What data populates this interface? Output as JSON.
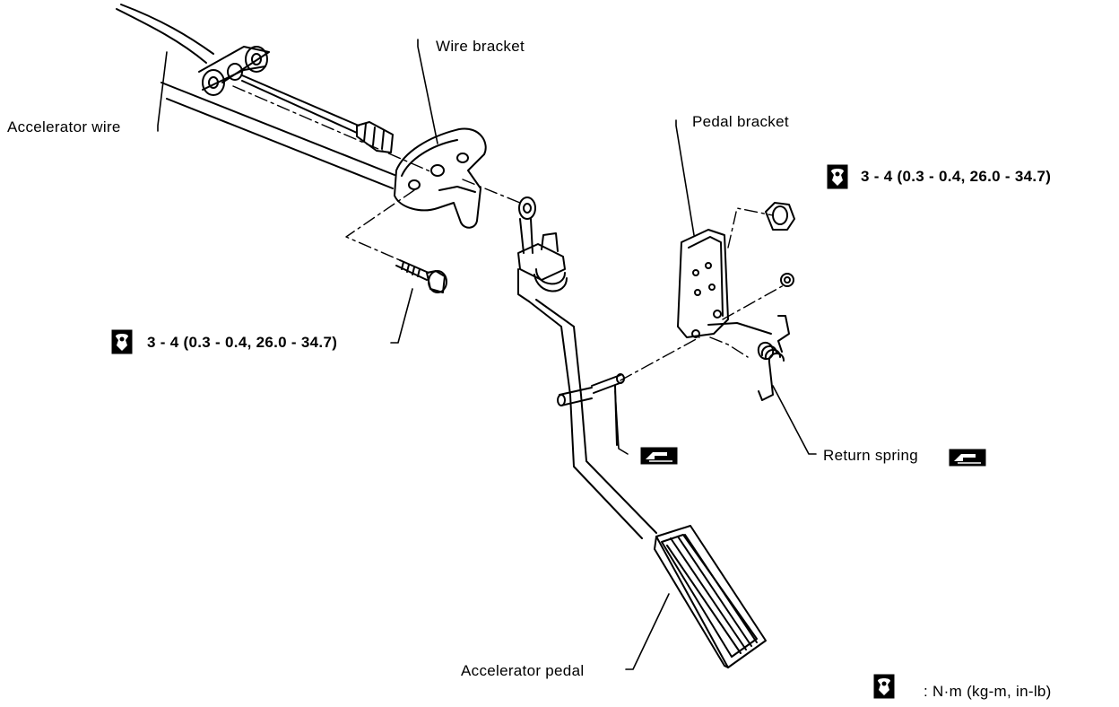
{
  "labels": {
    "wire_bracket": "Wire bracket",
    "accelerator_wire": "Accelerator wire",
    "pedal_bracket": "Pedal bracket",
    "return_spring": "Return spring",
    "accelerator_pedal": "Accelerator pedal"
  },
  "torque_specs": {
    "bolt": "3 - 4 (0.3 - 0.4, 26.0 - 34.7)",
    "nut": "3 - 4 (0.3 - 0.4, 26.0 - 34.7)"
  },
  "legend": {
    "torque_units": ": N·m (kg-m, in-lb)"
  },
  "icons": {
    "torque": "torque-wrench-icon",
    "grease": "grease-icon"
  },
  "colors": {
    "line": "#000000",
    "background": "#ffffff"
  }
}
